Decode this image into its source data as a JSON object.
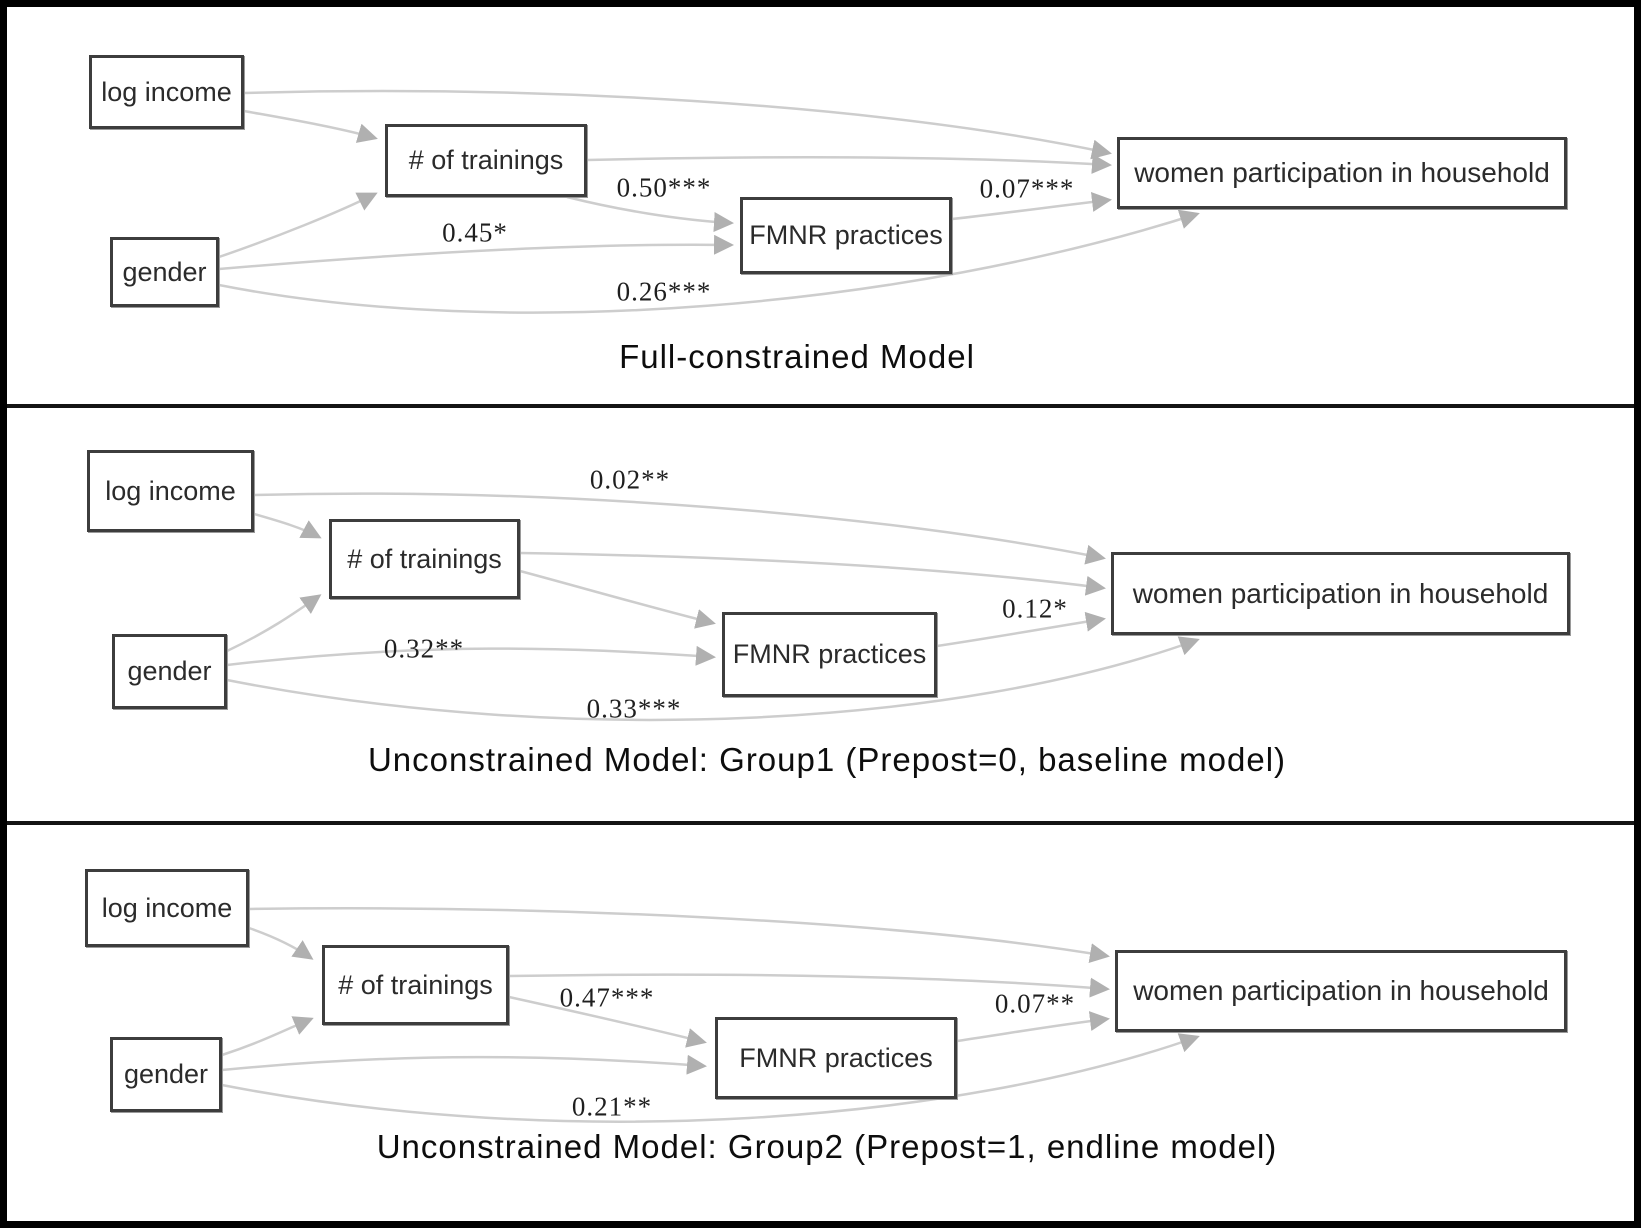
{
  "figure": {
    "type": "SEM path diagrams, multi-group comparison",
    "background": "#ffffff",
    "frame_color": "#000000"
  },
  "style": {
    "box_fill": "#ffffff",
    "box_border": "#3d3d3d",
    "arrow_color": "#cdcdcd",
    "arrowhead_color": "#b0b0b0",
    "text_color": "#2b2b2b"
  },
  "nodes": {
    "log_income": "log income",
    "trainings": "# of trainings",
    "gender": "gender",
    "fmnr": "FMNR practices",
    "women": "women participation in household"
  },
  "structure": {
    "edges": [
      {
        "from": "log income",
        "to": "# of trainings"
      },
      {
        "from": "log income",
        "to": "women participation in household"
      },
      {
        "from": "gender",
        "to": "# of trainings"
      },
      {
        "from": "gender",
        "to": "FMNR practices"
      },
      {
        "from": "gender",
        "to": "women participation in household"
      },
      {
        "from": "# of trainings",
        "to": "FMNR practices"
      },
      {
        "from": "# of trainings",
        "to": "women participation in household"
      },
      {
        "from": "FMNR practices",
        "to": "women participation in household"
      }
    ]
  },
  "panels": [
    {
      "title": "Full-constrained Model",
      "coefficients": {
        "trainings_to_fmnr": "0.50***",
        "gender_to_fmnr": "0.45*",
        "gender_to_women": "0.26***",
        "fmnr_to_women": "0.07***"
      }
    },
    {
      "title": "Unconstrained Model: Group1 (Prepost=0, baseline model)",
      "coefficients": {
        "log_income_to_women": "0.02**",
        "gender_to_fmnr": "0.32**",
        "gender_to_women": "0.33***",
        "fmnr_to_women": "0.12*"
      }
    },
    {
      "title": "Unconstrained Model: Group2 (Prepost=1, endline model)",
      "coefficients": {
        "trainings_to_fmnr": "0.47***",
        "gender_to_women": "0.21**",
        "fmnr_to_women": "0.07**"
      }
    }
  ]
}
